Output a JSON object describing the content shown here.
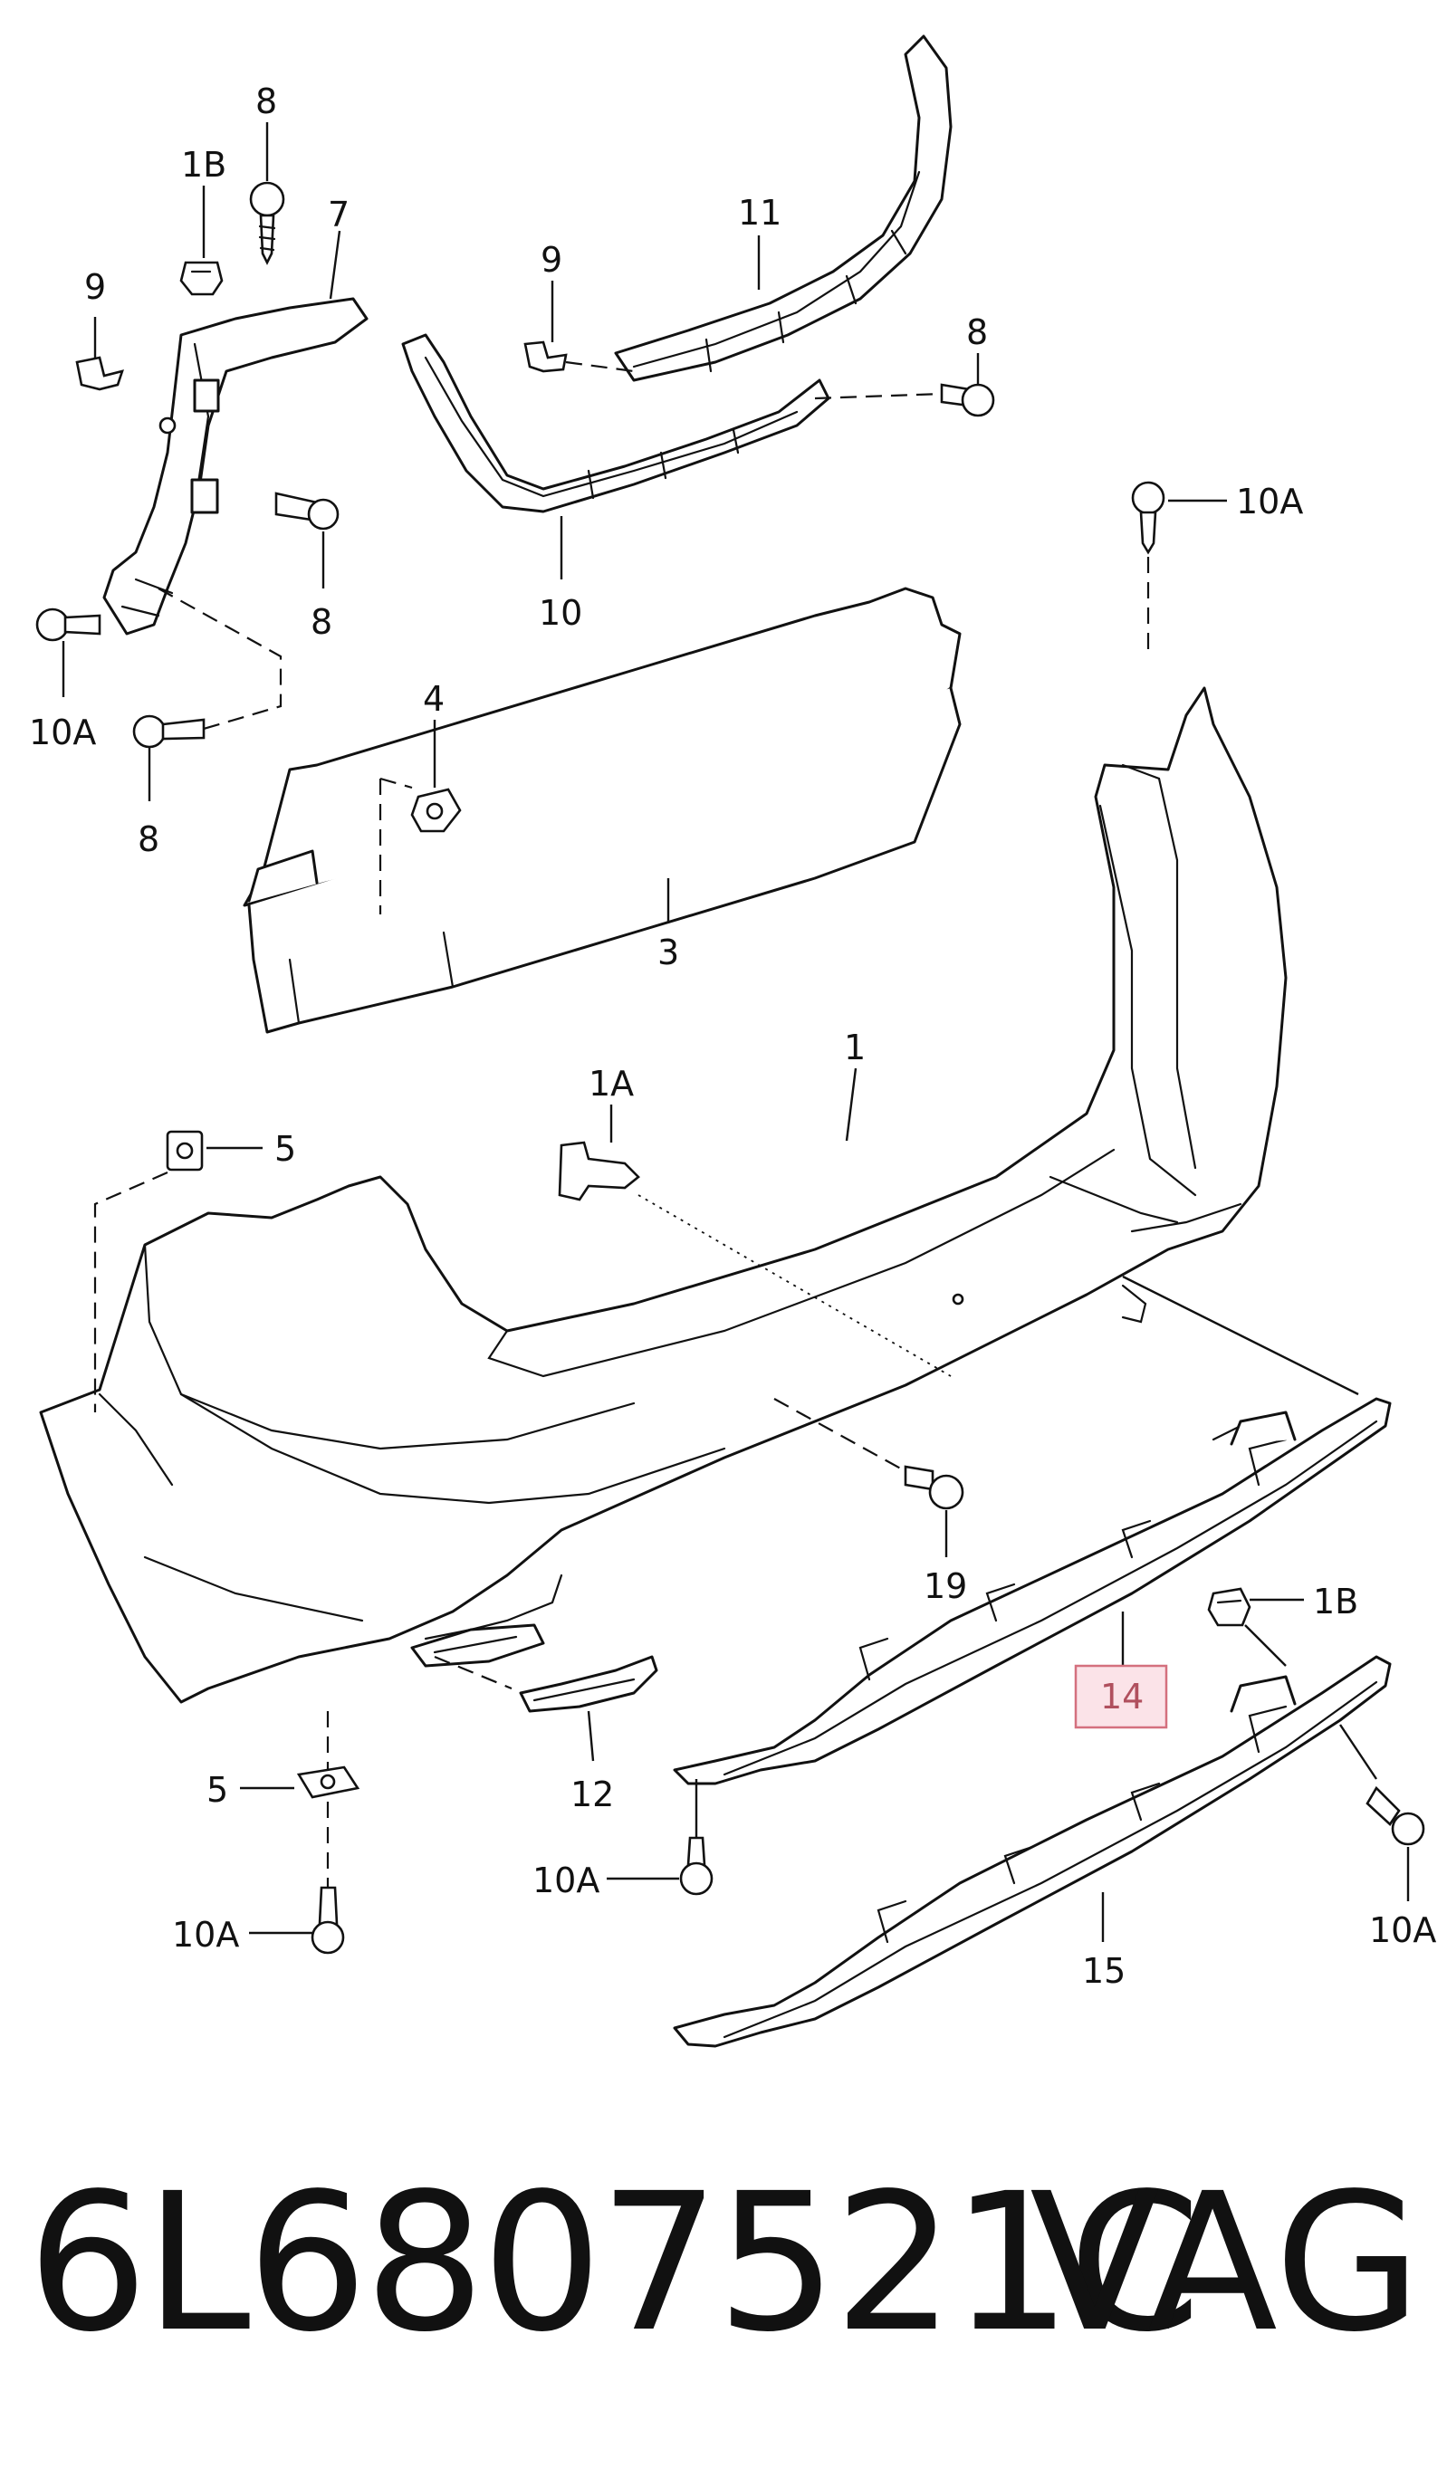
{
  "labels": {
    "l_8a": "8",
    "l_1b_top": "1B",
    "l_7": "7",
    "l_9_left": "9",
    "l_8b": "8",
    "l_10a_left": "10A",
    "l_8c": "8",
    "l_11": "11",
    "l_9_mid": "9",
    "l_8d": "8",
    "l_10": "10",
    "l_10a_right_top": "10A",
    "l_4": "4",
    "l_3": "3",
    "l_1a": "1A",
    "l_1": "1",
    "l_5_top": "5",
    "l_19": "19",
    "l_1b_bottom": "1B",
    "l_14": "14",
    "l_12": "12",
    "l_5_bottom": "5",
    "l_10a_bottom_left": "10A",
    "l_10a_bottom_mid": "10A",
    "l_15": "15",
    "l_10a_bottom_right": "10A"
  },
  "highlight_label": "14",
  "footer": {
    "part_number": "6L6807521C",
    "brand": "VAG"
  },
  "colors": {
    "line": "#111111",
    "highlight_fill": "#fbe3e8",
    "highlight_border": "#d4707e"
  }
}
